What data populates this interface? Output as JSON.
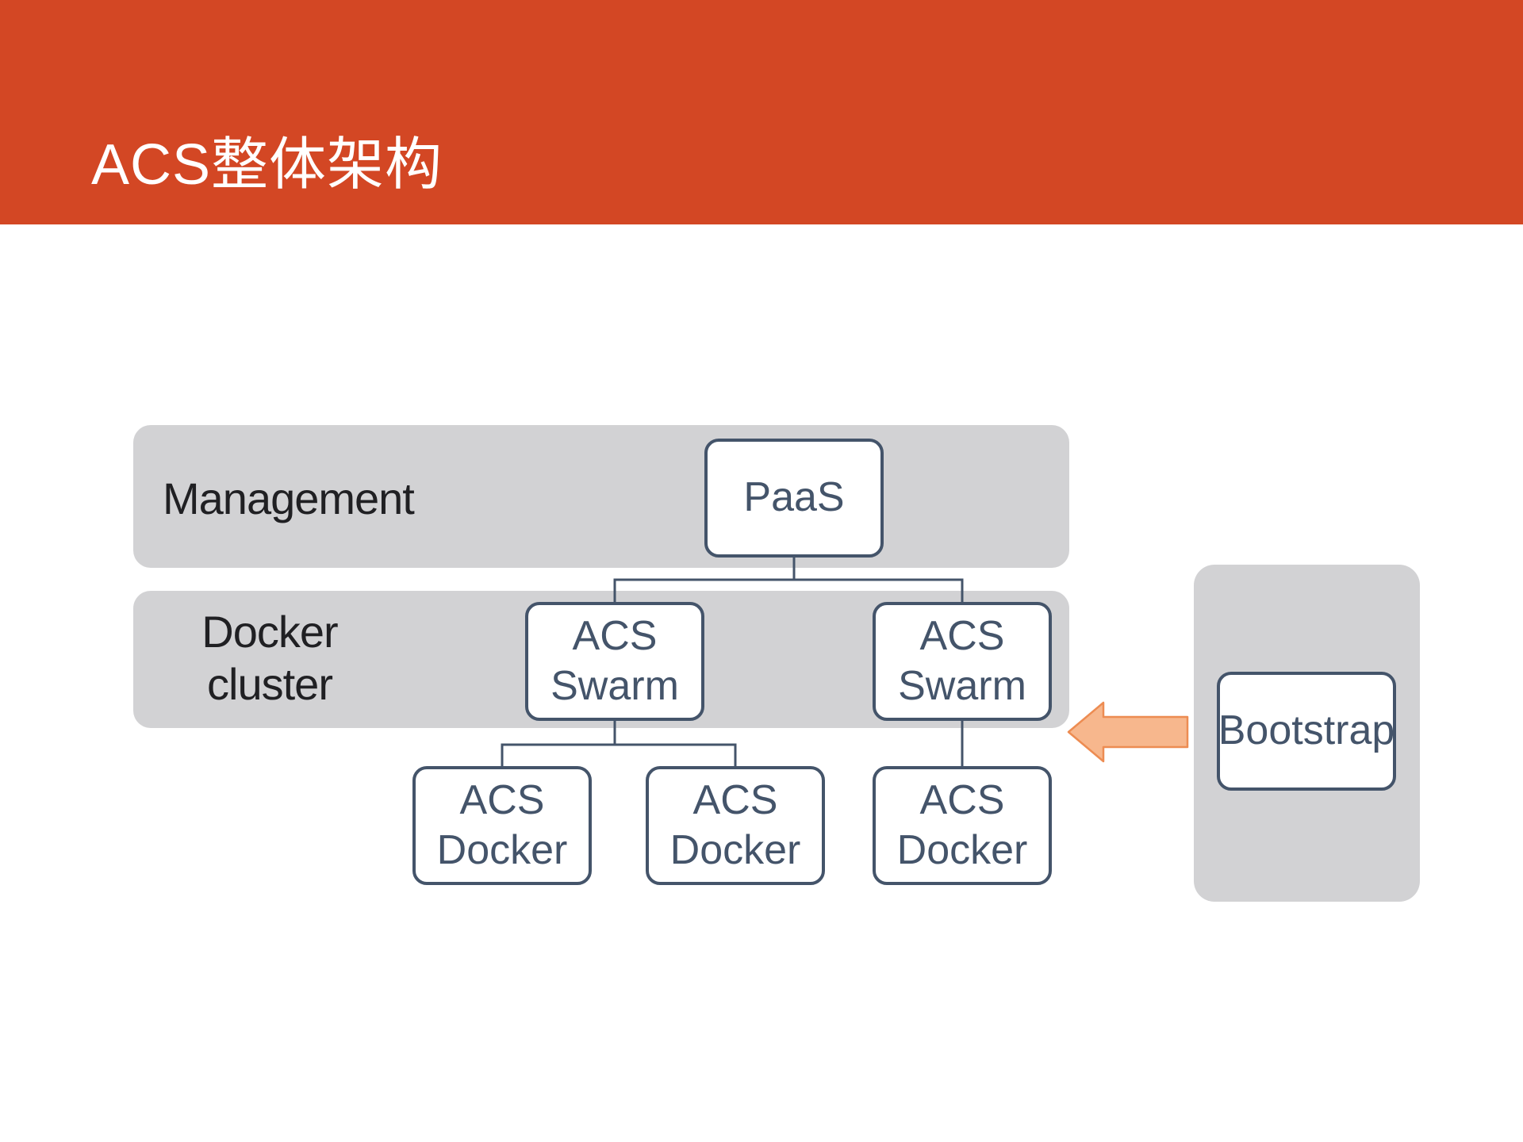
{
  "slide": {
    "title": "ACS整体架构",
    "colors": {
      "header_bg": "#D34724",
      "band_bg": "#D2D2D4",
      "node_bg": "#FFFFFF",
      "node_border": "#44546A",
      "node_text": "#44546A",
      "label_text": "#202023",
      "title_text": "#FFFFFF",
      "connector": "#44546A",
      "arrow_fill": "#F7B78D",
      "arrow_stroke": "#ED8C52"
    }
  },
  "diagram": {
    "bands": {
      "management": {
        "label": "Management"
      },
      "docker_cluster": {
        "label_lines": [
          "Docker",
          "cluster"
        ]
      },
      "bootstrap_panel": {
        "label": ""
      }
    },
    "nodes": {
      "paas": {
        "lines": [
          "PaaS"
        ]
      },
      "swarm_left": {
        "lines": [
          "ACS",
          "Swarm"
        ]
      },
      "swarm_right": {
        "lines": [
          "ACS",
          "Swarm"
        ]
      },
      "docker_left": {
        "lines": [
          "ACS",
          "Docker"
        ]
      },
      "docker_middle": {
        "lines": [
          "ACS",
          "Docker"
        ]
      },
      "docker_right": {
        "lines": [
          "ACS",
          "Docker"
        ]
      },
      "bootstrap": {
        "lines": [
          "Bootstrap"
        ]
      }
    },
    "arrow": {
      "direction": "left"
    }
  }
}
